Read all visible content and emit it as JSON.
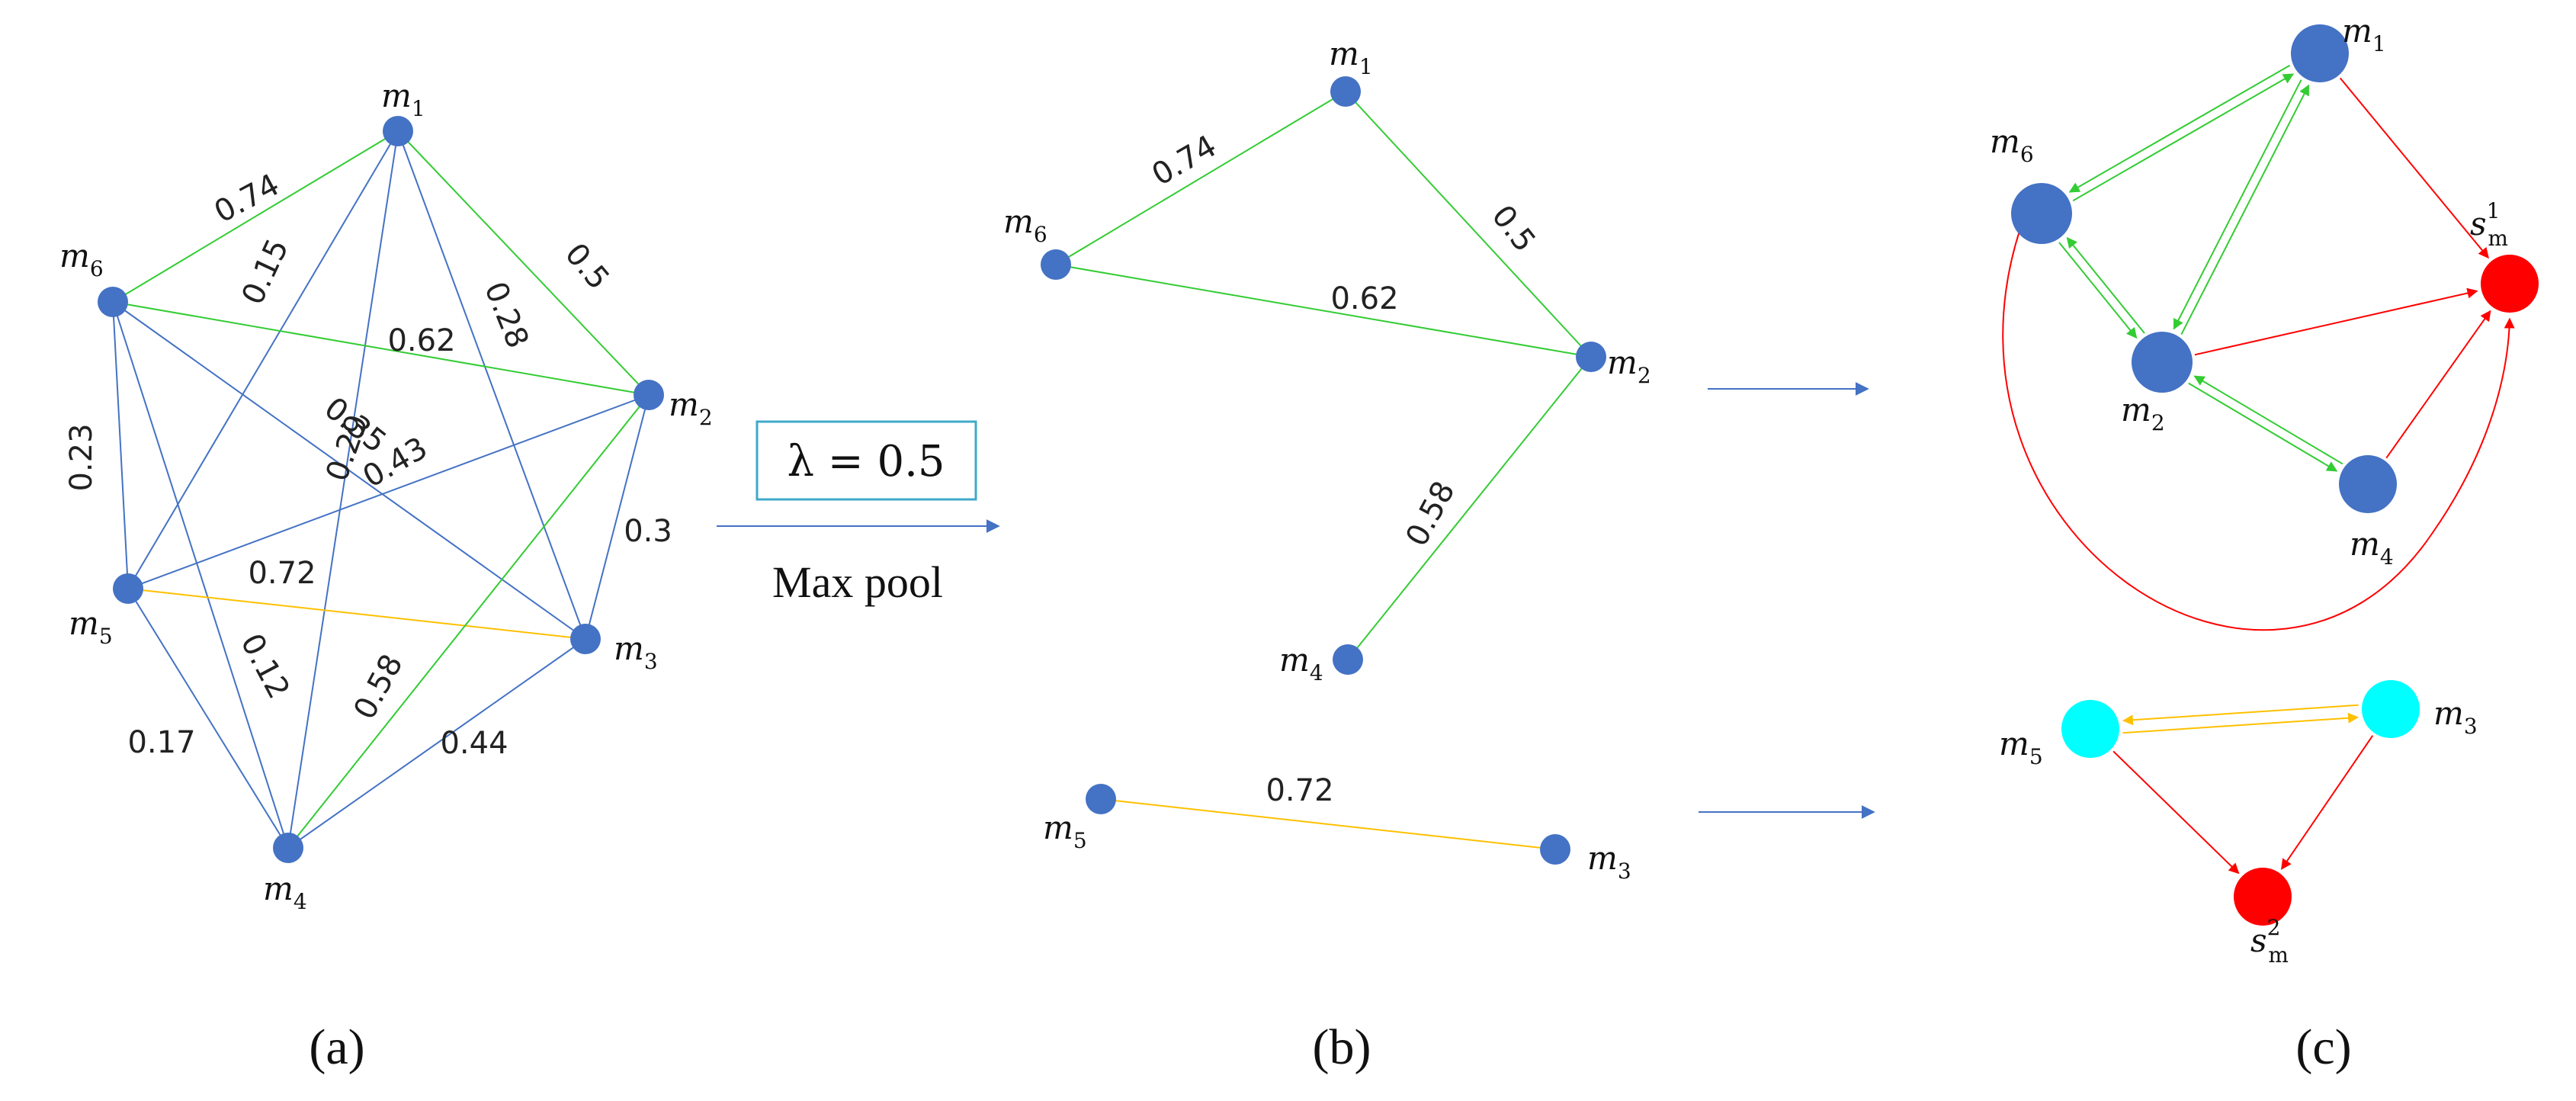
{
  "colors": {
    "node_blue": "#4472C4",
    "node_cyan": "#00FFFF",
    "node_red": "#FF0000",
    "edge_blue": "#4472C4",
    "edge_green": "#33CC33",
    "edge_yellow": "#FFC000",
    "arrow_red": "#FF0000",
    "lambda_box_border": "#3FA9C9"
  },
  "panels": {
    "a": "(a)",
    "b": "(b)",
    "c": "(c)"
  },
  "operation": {
    "lambda_text": "λ = 0.5",
    "pool_label": "Max pool"
  },
  "graph_a": {
    "nodes": [
      {
        "id": "m1",
        "base": "m",
        "sub": "1"
      },
      {
        "id": "m2",
        "base": "m",
        "sub": "2"
      },
      {
        "id": "m3",
        "base": "m",
        "sub": "3"
      },
      {
        "id": "m4",
        "base": "m",
        "sub": "4"
      },
      {
        "id": "m5",
        "base": "m",
        "sub": "5"
      },
      {
        "id": "m6",
        "base": "m",
        "sub": "6"
      }
    ],
    "edges": [
      {
        "from": "m1",
        "to": "m6",
        "weight": "0.74",
        "color": "green"
      },
      {
        "from": "m1",
        "to": "m2",
        "weight": "0.5",
        "color": "green"
      },
      {
        "from": "m1",
        "to": "m5",
        "weight": "0.15",
        "color": "blue"
      },
      {
        "from": "m1",
        "to": "m3",
        "weight": "0.28",
        "color": "blue"
      },
      {
        "from": "m1",
        "to": "m4",
        "weight": "0.29",
        "color": "blue"
      },
      {
        "from": "m6",
        "to": "m2",
        "weight": "0.62",
        "color": "green"
      },
      {
        "from": "m6",
        "to": "m3",
        "weight": "0.35",
        "color": "blue"
      },
      {
        "from": "m6",
        "to": "m5",
        "weight": "0.23",
        "color": "blue"
      },
      {
        "from": "m6",
        "to": "m4",
        "weight": "0.12",
        "color": "blue"
      },
      {
        "from": "m5",
        "to": "m2",
        "weight": "0.43",
        "color": "blue"
      },
      {
        "from": "m5",
        "to": "m3",
        "weight": "0.72",
        "color": "yellow"
      },
      {
        "from": "m5",
        "to": "m4",
        "weight": "0.17",
        "color": "blue"
      },
      {
        "from": "m2",
        "to": "m3",
        "weight": "0.3",
        "color": "blue"
      },
      {
        "from": "m2",
        "to": "m4",
        "weight": "0.58",
        "color": "green"
      },
      {
        "from": "m3",
        "to": "m4",
        "weight": "0.44",
        "color": "blue"
      }
    ]
  },
  "graph_b": {
    "nodes": [
      {
        "id": "m1",
        "base": "m",
        "sub": "1"
      },
      {
        "id": "m6",
        "base": "m",
        "sub": "6"
      },
      {
        "id": "m2",
        "base": "m",
        "sub": "2"
      },
      {
        "id": "m4",
        "base": "m",
        "sub": "4"
      },
      {
        "id": "m5",
        "base": "m",
        "sub": "5"
      },
      {
        "id": "m3",
        "base": "m",
        "sub": "3"
      }
    ],
    "edges": [
      {
        "from": "m6",
        "to": "m1",
        "weight": "0.74",
        "color": "green"
      },
      {
        "from": "m1",
        "to": "m2",
        "weight": "0.5",
        "color": "green"
      },
      {
        "from": "m6",
        "to": "m2",
        "weight": "0.62",
        "color": "green"
      },
      {
        "from": "m2",
        "to": "m4",
        "weight": "0.58",
        "color": "green"
      },
      {
        "from": "m5",
        "to": "m3",
        "weight": "0.72",
        "color": "yellow"
      }
    ]
  },
  "graph_c": {
    "nodes": [
      {
        "id": "m1",
        "base": "m",
        "sub": "1",
        "color": "blue"
      },
      {
        "id": "m6",
        "base": "m",
        "sub": "6",
        "color": "blue"
      },
      {
        "id": "m2",
        "base": "m",
        "sub": "2",
        "color": "blue"
      },
      {
        "id": "m4",
        "base": "m",
        "sub": "4",
        "color": "blue"
      },
      {
        "id": "s1",
        "base": "s",
        "sub": "m",
        "sup": "1",
        "color": "red"
      },
      {
        "id": "m5",
        "base": "m",
        "sub": "5",
        "color": "cyan"
      },
      {
        "id": "m3",
        "base": "m",
        "sub": "3",
        "color": "cyan"
      },
      {
        "id": "s2",
        "base": "s",
        "sub": "m",
        "sup": "2",
        "color": "red"
      }
    ]
  }
}
